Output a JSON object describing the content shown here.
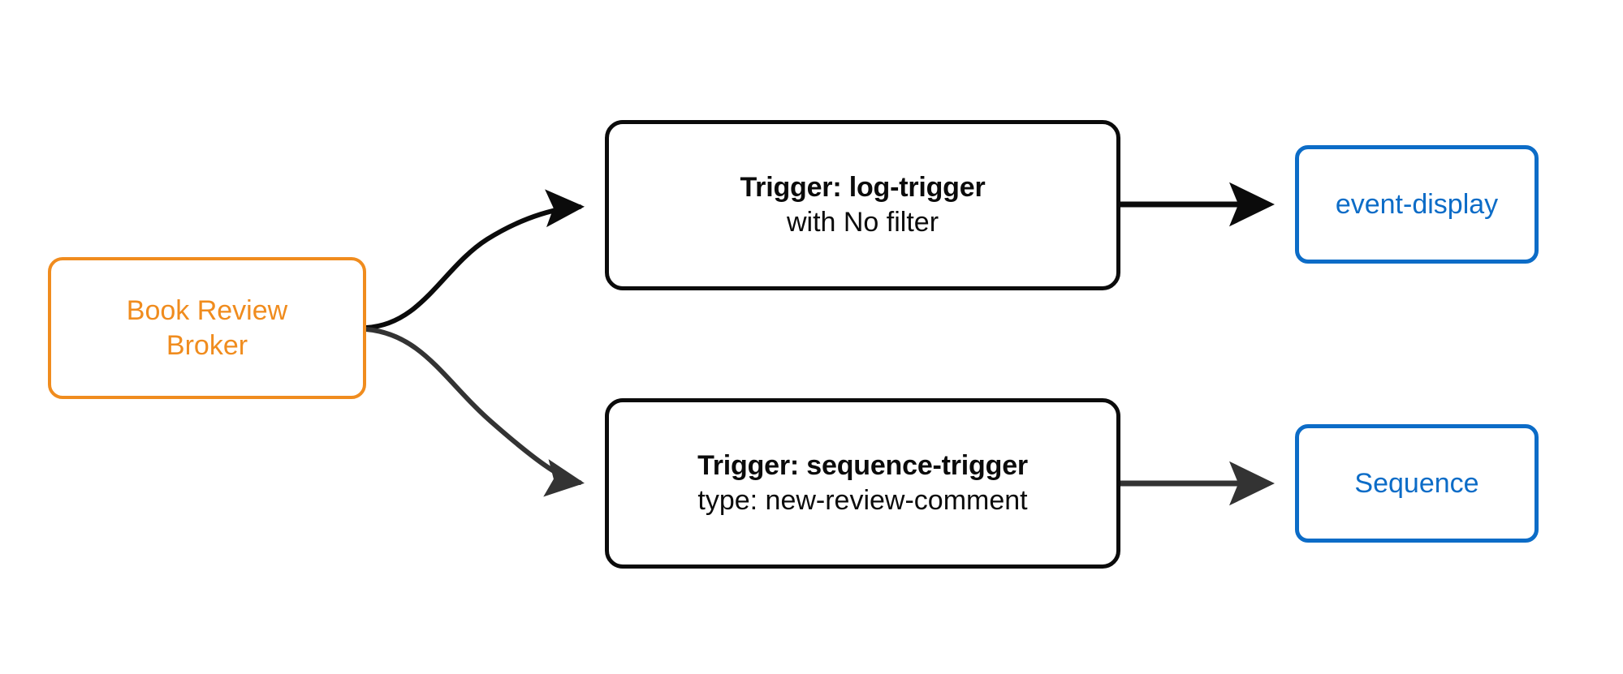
{
  "diagram": {
    "type": "flowchart",
    "direction": "left-to-right",
    "background_color": "#ffffff",
    "title": ""
  },
  "palette": {
    "broker_border": "#f08c1e",
    "broker_text": "#f08c1e",
    "trigger_border": "#0b0b0b",
    "trigger_text": "#0b0b0b",
    "service_border": "#0c6cc7",
    "service_text": "#0c6cc7",
    "edge_primary": "#0b0b0b",
    "edge_secondary": "#333333"
  },
  "nodes": {
    "broker": {
      "line_1": "Book Review",
      "line_2": "Broker"
    },
    "trigger_log": {
      "line_1": "Trigger: log-trigger",
      "line_2": "with No filter"
    },
    "trigger_sequence": {
      "line_1": "Trigger: sequence-trigger",
      "line_2": "type: new-review-comment"
    },
    "sink_event_display": {
      "line_1": "event-display"
    },
    "sink_sequence": {
      "line_1": "Sequence"
    }
  },
  "edges": [
    {
      "id": "broker-to-log-trigger",
      "from": "broker",
      "to": "trigger_log",
      "label": "",
      "style": "curved",
      "color": "#0b0b0b",
      "arrow": "filled-triangle"
    },
    {
      "id": "broker-to-sequence-trigger",
      "from": "broker",
      "to": "trigger_sequence",
      "label": "",
      "style": "curved",
      "color": "#333333",
      "arrow": "filled-triangle"
    },
    {
      "id": "log-trigger-to-event-display",
      "from": "trigger_log",
      "to": "sink_event_display",
      "label": "",
      "style": "straight",
      "color": "#0b0b0b",
      "arrow": "filled-triangle"
    },
    {
      "id": "sequence-trigger-to-sequence",
      "from": "trigger_sequence",
      "to": "sink_sequence",
      "label": "",
      "style": "straight",
      "color": "#333333",
      "arrow": "filled-triangle"
    }
  ]
}
